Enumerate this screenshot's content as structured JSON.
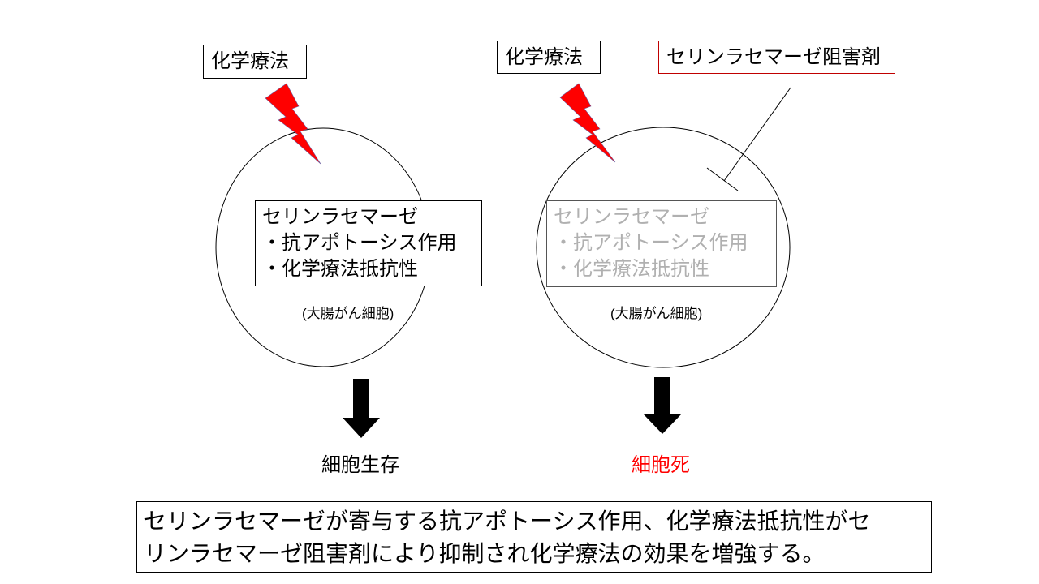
{
  "left_panel": {
    "treatment_label": "化学療法",
    "enzyme_box": {
      "title": "セリンラセマーゼ",
      "items": [
        "・抗アポトーシス作用",
        "・化学療法抵抗性"
      ]
    },
    "cell_label": "(大腸がん細胞)",
    "outcome": "細胞生存"
  },
  "right_panel": {
    "treatment_label": "化学療法",
    "inhibitor_label": "セリンラセマーゼ阻害剤",
    "enzyme_box": {
      "title": "セリンラセマーゼ",
      "items": [
        "・抗アポトーシス作用",
        "・化学療法抵抗性"
      ]
    },
    "cell_label": "(大腸がん細胞)",
    "outcome": "細胞死"
  },
  "summary": {
    "lines": [
      "セリンラセマーゼが寄与する抗アポトーシス作用、化学療法抵抗性がセ",
      "リンラセマーゼ阻害剤により抑制され化学療法の効果を増強する。"
    ]
  },
  "colors": {
    "lightning": "#ff0000",
    "outcome_death": "#ff0000",
    "inhibitor_border": "#c00000",
    "inhibited_text": "#b0b0b0"
  }
}
